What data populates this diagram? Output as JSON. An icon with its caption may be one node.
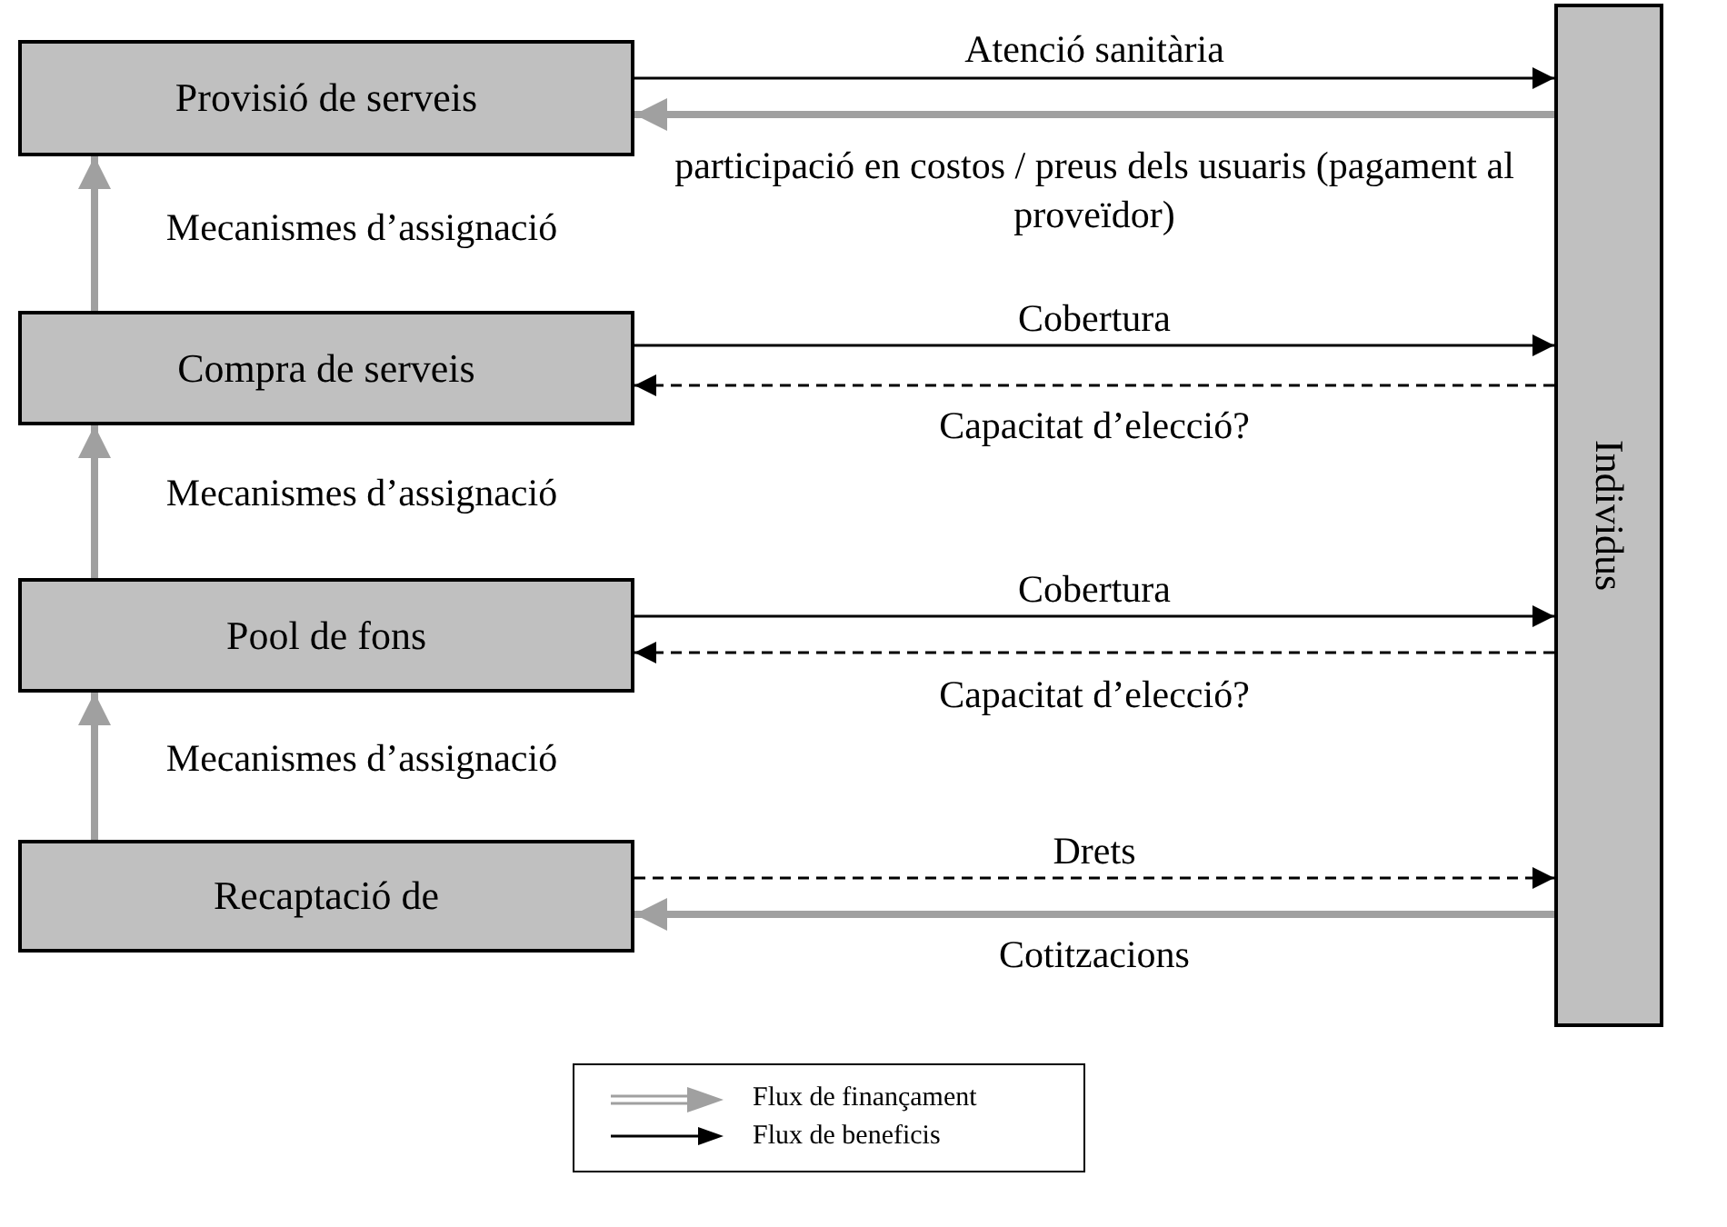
{
  "diagram": {
    "nodes": [
      {
        "text": [
          "Provisió de serveis"
        ]
      },
      {
        "text": [
          "Compra de serveis"
        ]
      },
      {
        "text": [
          "Pool de fons"
        ]
      },
      {
        "text": [
          "Recaptació de"
        ]
      },
      {
        "text": [
          "Individus"
        ]
      }
    ],
    "edges": [
      {
        "from": 0,
        "to": 4,
        "arrow": "to",
        "label": "Atenció sanitària"
      },
      {
        "from": 4,
        "to": 0,
        "arrow": "to",
        "label": "participació en costos / preus dels usuaris (pagament al proveïdor)",
        "style": "thick",
        "color": "#a0a0a0"
      },
      {
        "from": 1,
        "to": 4,
        "arrow": "to",
        "label": "Cobertura"
      },
      {
        "from": 4,
        "to": 1,
        "arrow": "to",
        "label": "Capacitat d’elecció?",
        "style": "dashed"
      },
      {
        "from": 2,
        "to": 4,
        "arrow": "to",
        "label": "Cobertura"
      },
      {
        "from": 4,
        "to": 2,
        "arrow": "to",
        "label": "Capacitat d’elecció?",
        "style": "dashed"
      },
      {
        "from": 3,
        "to": 4,
        "arrow": "to",
        "label": "Drets",
        "style": "dashed"
      },
      {
        "from": 4,
        "to": 3,
        "arrow": "to",
        "label": "Cotitzacions",
        "style": "thick",
        "color": "#a0a0a0"
      },
      {
        "from": 1,
        "to": 0,
        "arrow": "to",
        "label": "Mecanismes d’assignació",
        "style": "thick",
        "color": "#a0a0a0"
      },
      {
        "from": 2,
        "to": 1,
        "arrow": "to",
        "label": "Mecanismes d’assignació",
        "style": "thick",
        "color": "#a0a0a0"
      },
      {
        "from": 3,
        "to": 2,
        "arrow": "to",
        "label": "Mecanismes d’assignació",
        "style": "thick",
        "color": "#a0a0a0"
      }
    ],
    "legend": [
      {
        "text": "Flux de finançament"
      },
      {
        "text": "Flux de beneficis"
      }
    ]
  }
}
